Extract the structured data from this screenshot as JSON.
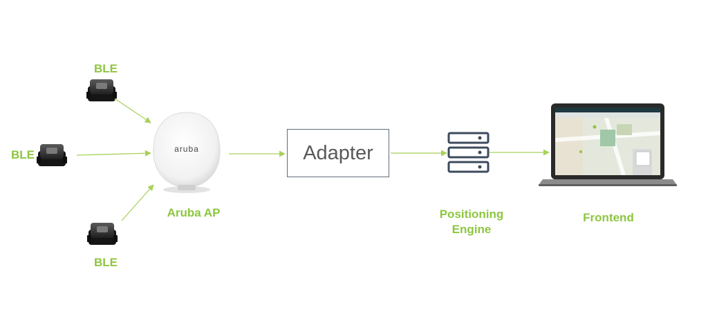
{
  "nodes": {
    "ble_top": "BLE",
    "ble_middle": "BLE",
    "ble_bottom": "BLE",
    "access_point": "Aruba AP",
    "access_point_brand": "aruba",
    "adapter": "Adapter",
    "positioning_engine": "Positioning\nEngine",
    "frontend": "Frontend"
  },
  "colors": {
    "accent": "#8dc63f",
    "arrow": "#a8d15a",
    "box_border": "#5f6b78",
    "server": "#3d4a5c"
  },
  "icons": {
    "ble": "ble-beacon-icon",
    "access_point": "access-point-icon",
    "server": "server-stack-icon",
    "laptop": "laptop-map-icon"
  }
}
